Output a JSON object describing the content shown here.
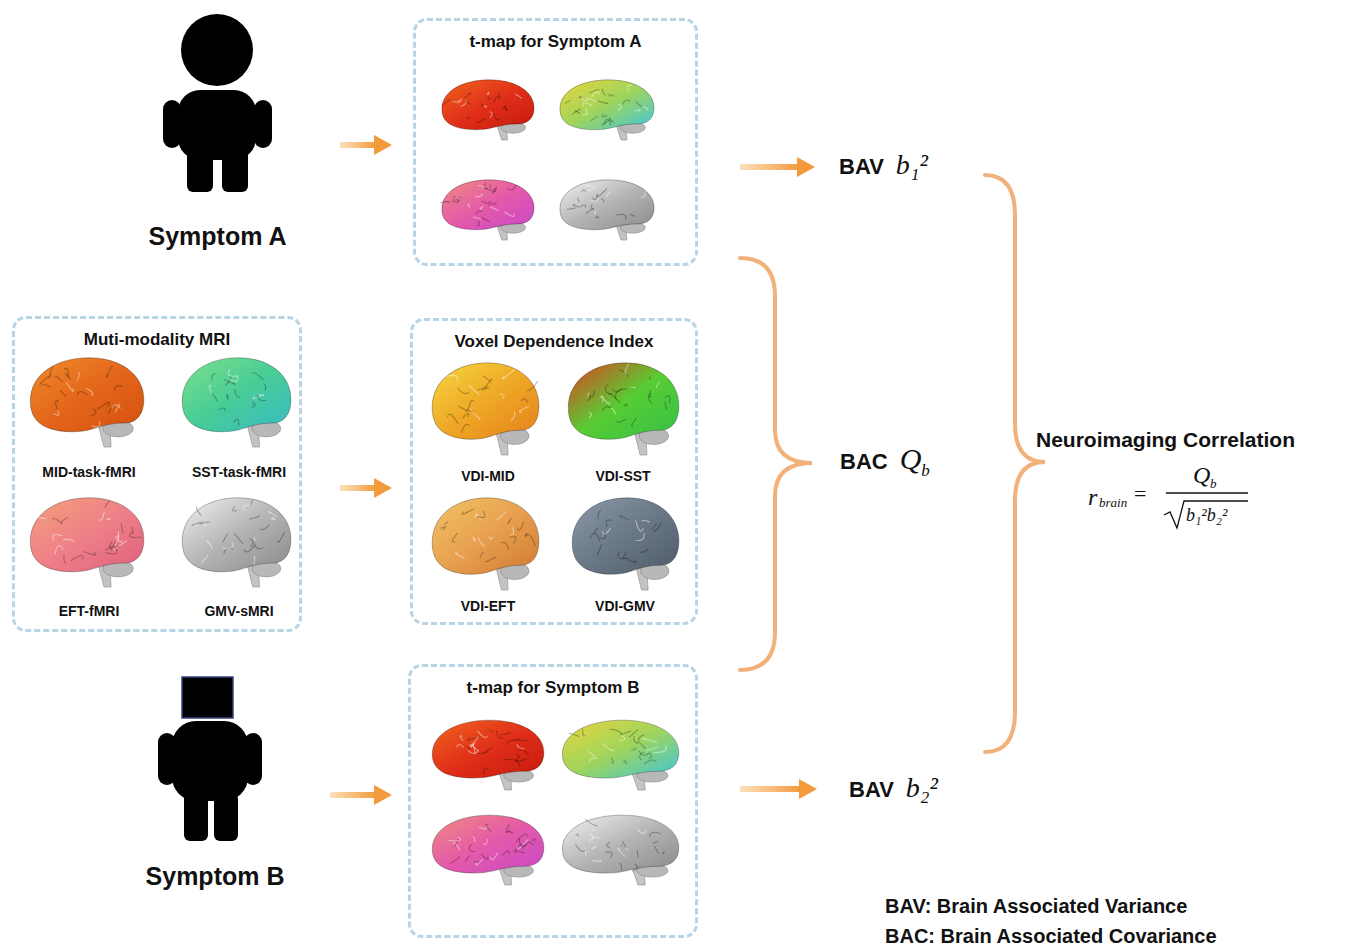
{
  "diagram": {
    "nodes": [
      {
        "text": [
          "Symptom A"
        ]
      },
      {
        "text": [
          "t-map for Symptom A"
        ]
      },
      {
        "text": [
          "BAV",
          "b₁²"
        ]
      },
      {
        "text": [
          "Muti-modality MRI"
        ]
      },
      {
        "text": [
          "Voxel Dependence Index"
        ]
      },
      {
        "text": [
          "BAC",
          "Q",
          "b"
        ]
      },
      {
        "text": [
          "Neuroimaging Correlation",
          "r",
          "brain",
          "=",
          "Q",
          "b",
          "b₁²b₂²"
        ]
      },
      {
        "text": [
          "Symptom B"
        ]
      },
      {
        "text": [
          "t-map for Symptom B"
        ]
      },
      {
        "text": [
          "BAV",
          "b₂²"
        ]
      }
    ],
    "edges": [
      {
        "from": 0,
        "to": 1,
        "arrow": "to"
      },
      {
        "from": 1,
        "to": 2,
        "arrow": "to"
      },
      {
        "from": 3,
        "to": 4,
        "arrow": "to"
      },
      {
        "from": 7,
        "to": 8,
        "arrow": "to"
      },
      {
        "from": 8,
        "to": 9,
        "arrow": "to"
      }
    ],
    "labels": [
      "MID-task-fMRI",
      "SST-task-fMRI",
      "EFT-fMRI",
      "GMV-sMRI",
      "VDI-MID",
      "VDI-SST",
      "VDI-EFT",
      "VDI-GMV",
      "BAV: Brain Associated Variance",
      "BAC: Brain Associated Covariance"
    ]
  }
}
